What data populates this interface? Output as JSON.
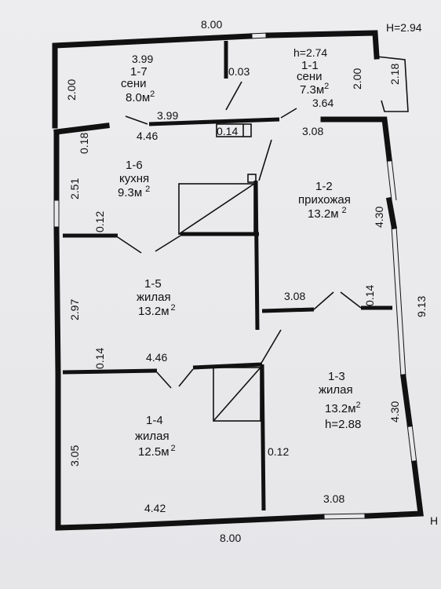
{
  "dimensions": {
    "top_width": "8.00",
    "bottom_width": "8.00",
    "h_top_right": "H=2.94",
    "h_bottom_right": "H",
    "d_2_00_left": "2.00",
    "d_2_00_right": "2.00",
    "d_2_18": "2.18",
    "d_0_03": "0.03",
    "d_0_18": "0.18",
    "d_2_51": "2.51",
    "d_0_12_kitchen": "0.12",
    "d_3_99_top": "3.99",
    "d_3_99_mid": "3.99",
    "d_4_46_top": "4.46",
    "d_0_14_mid": "0.14",
    "d_3_64": "3.64",
    "d_3_08_top": "3.08",
    "d_4_30_upper": "4.30",
    "d_0_14_right": "0.14",
    "d_3_08_mid": "3.08",
    "d_9_13": "9.13",
    "d_2_97": "2.97",
    "d_0_14_left": "0.14",
    "d_4_46_mid": "4.46",
    "d_4_30_lower": "4.30",
    "d_3_05": "3.05",
    "d_0_12_lower": "0.12",
    "d_4_42": "4.42",
    "d_3_08_bottom": "3.08"
  },
  "rooms": [
    {
      "id": "1-7",
      "name": "сени",
      "area": "8.0м",
      "sup": "2"
    },
    {
      "id": "1-1",
      "name": "сени",
      "area": "7.3м",
      "sup": "2",
      "h": "h=2.74"
    },
    {
      "id": "1-6",
      "name": "кухня",
      "area": "9.3м",
      "sup": "2"
    },
    {
      "id": "1-2",
      "name": "прихожая",
      "area": "13.2м",
      "sup": "2"
    },
    {
      "id": "1-5",
      "name": "жилая",
      "area": "13.2м",
      "sup": "2"
    },
    {
      "id": "1-3",
      "name": "жилая",
      "area": "13.2м",
      "sup": "2",
      "h": "h=2.88"
    },
    {
      "id": "1-4",
      "name": "жилая",
      "area": "12.5м",
      "sup": "2"
    }
  ]
}
